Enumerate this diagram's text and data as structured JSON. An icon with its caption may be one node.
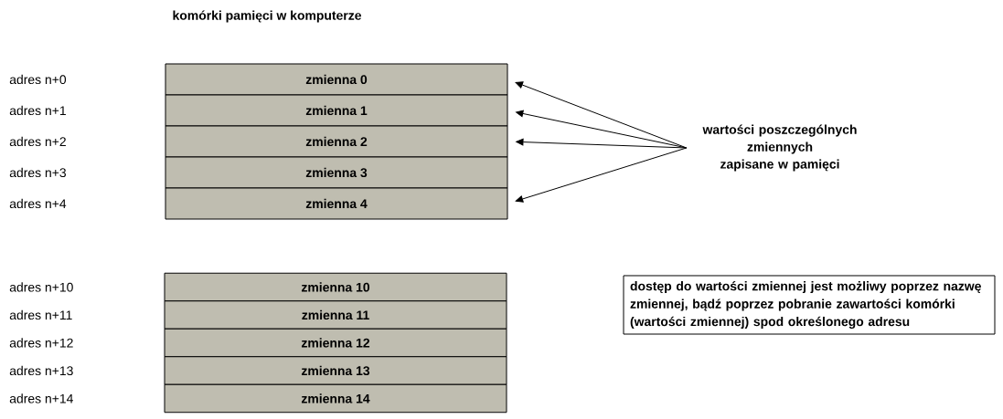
{
  "diagram": {
    "title": "komórki pamięci w komputerze",
    "nodes": [
      {
        "text": [
          "zmienna 0"
        ]
      },
      {
        "text": [
          "zmienna 1"
        ]
      },
      {
        "text": [
          "zmienna 2"
        ]
      },
      {
        "text": [
          "zmienna 3"
        ]
      },
      {
        "text": [
          "zmienna 4"
        ]
      },
      {
        "text": [
          "zmienna 10"
        ]
      },
      {
        "text": [
          "zmienna 11"
        ]
      },
      {
        "text": [
          "zmienna 12"
        ]
      },
      {
        "text": [
          "zmienna 13"
        ]
      },
      {
        "text": [
          "zmienna 14"
        ]
      },
      {
        "text": [
          "wartości poszczególnych zmiennych zapisane w pamięci"
        ]
      },
      {
        "text": [
          "dostęp do wartości zmiennej jest możliwy poprzez nazwę zmiennej, bądź poprzez pobranie zawartości komórki (wartości zmiennej) spod określonego adresu"
        ]
      }
    ],
    "edges": [
      {
        "from": 10,
        "to": 0,
        "arrow": "to"
      },
      {
        "from": 10,
        "to": 1,
        "arrow": "to"
      },
      {
        "from": 10,
        "to": 2,
        "arrow": "to"
      },
      {
        "from": 10,
        "to": 4,
        "arrow": "to"
      }
    ],
    "labels": [
      "adres n+0",
      "adres n+1",
      "adres n+2",
      "adres n+3",
      "adres n+4",
      "adres n+10",
      "adres n+11",
      "adres n+12",
      "adres n+13",
      "adres n+14"
    ]
  }
}
